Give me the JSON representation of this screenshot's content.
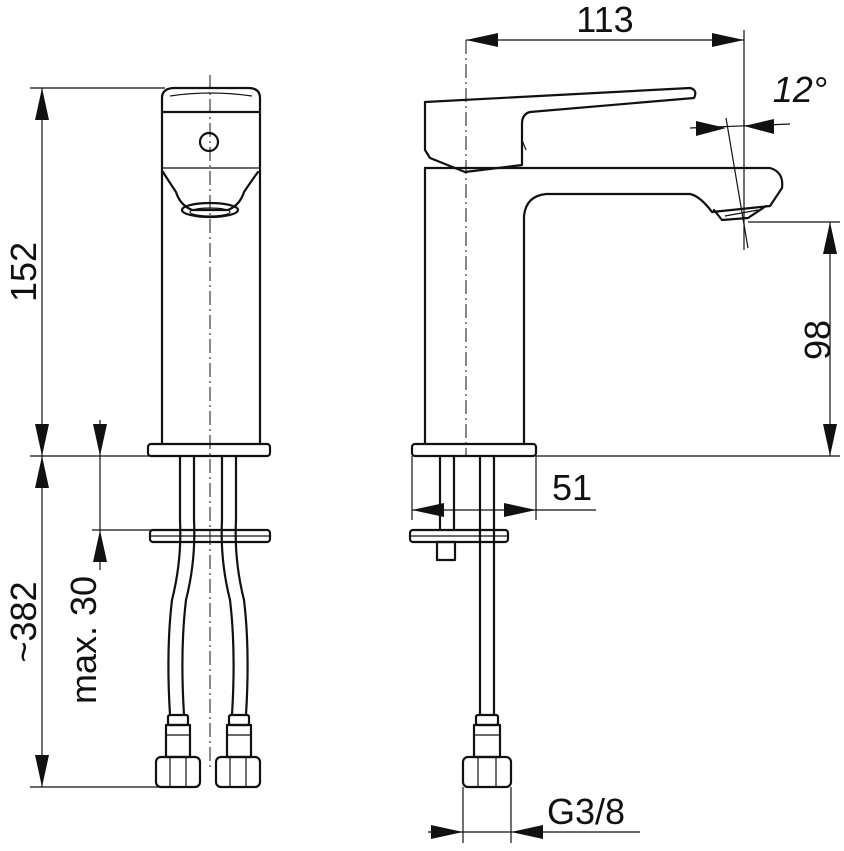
{
  "dimensions": {
    "width_113": "113",
    "angle_12": "12°",
    "height_152": "152",
    "hose_382": "~382",
    "max_30": "max. 30",
    "spout_98": "98",
    "base_51": "51",
    "thread_g38": "G3/8"
  }
}
